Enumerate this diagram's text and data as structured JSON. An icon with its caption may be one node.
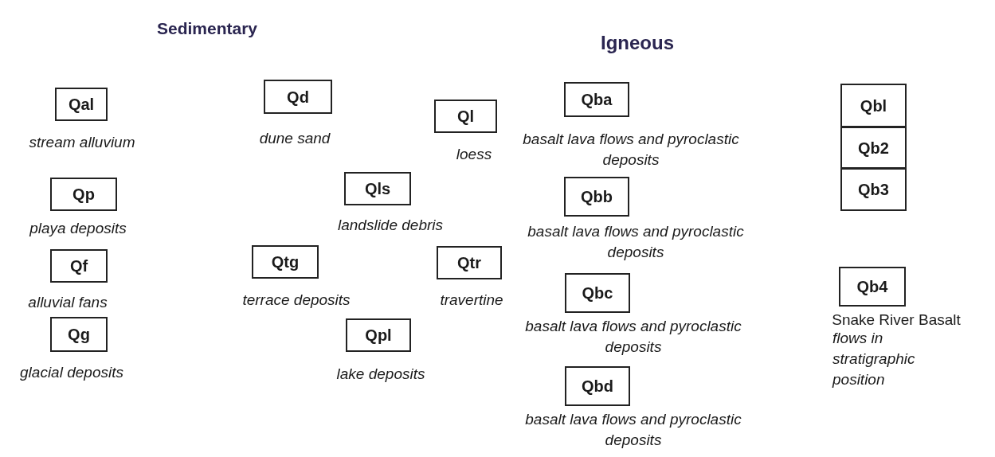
{
  "diagram": {
    "nodes": [
      {
        "text": [
          "Qal"
        ],
        "beside": [
          "stream alluvium"
        ]
      },
      {
        "text": [
          "Qd"
        ],
        "beside": [
          "dune sand"
        ]
      },
      {
        "text": [
          "Ql"
        ],
        "beside": [
          "loess"
        ]
      },
      {
        "text": [
          "Qp"
        ],
        "beside": [
          "playa deposits"
        ]
      },
      {
        "text": [
          "Qls"
        ],
        "beside": [
          "landslide debris"
        ]
      },
      {
        "text": [
          "Qf"
        ],
        "beside": [
          "alluvial fans"
        ]
      },
      {
        "text": [
          "Qtg"
        ],
        "beside": [
          "terrace deposits"
        ]
      },
      {
        "text": [
          "Qtr"
        ],
        "beside": [
          "travertine"
        ]
      },
      {
        "text": [
          "Qg"
        ],
        "beside": [
          "glacial deposits"
        ]
      },
      {
        "text": [
          "Qpl"
        ],
        "beside": [
          "lake deposits"
        ]
      },
      {
        "text": [
          "Qba"
        ],
        "beside": [
          "basalt lava flows and pyroclastic deposits"
        ]
      },
      {
        "text": [
          "Qbb"
        ],
        "beside": [
          "basalt lava flows and pyroclastic deposits"
        ]
      },
      {
        "text": [
          "Qbc"
        ],
        "beside": [
          "basalt lava flows and pyroclastic deposits"
        ]
      },
      {
        "text": [
          "Qbd"
        ],
        "beside": [
          "basalt lava flows and pyroclastic deposits"
        ]
      },
      {
        "text": [
          "Qbl"
        ]
      },
      {
        "text": [
          "Qb2"
        ]
      },
      {
        "text": [
          "Qb3"
        ]
      },
      {
        "text": [
          "Qb4"
        ],
        "beside": [
          "Snake River Basalt",
          "flows in stratigraphic position"
        ]
      }
    ],
    "labels": [
      "Sedimentary",
      "Igneous"
    ]
  }
}
